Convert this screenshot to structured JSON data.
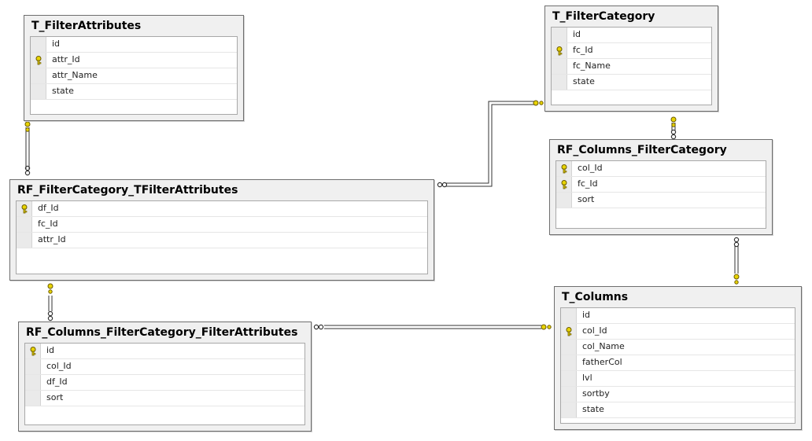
{
  "tables": {
    "t_filter_attributes": {
      "name": "T_FilterAttributes",
      "columns": [
        {
          "name": "id",
          "pk": false
        },
        {
          "name": "attr_Id",
          "pk": true
        },
        {
          "name": "attr_Name",
          "pk": false
        },
        {
          "name": "state",
          "pk": false
        }
      ]
    },
    "t_filter_category": {
      "name": "T_FilterCategory",
      "columns": [
        {
          "name": "id",
          "pk": false
        },
        {
          "name": "fc_Id",
          "pk": true
        },
        {
          "name": "fc_Name",
          "pk": false
        },
        {
          "name": "state",
          "pk": false
        }
      ]
    },
    "rf_columns_filter_category": {
      "name": "RF_Columns_FilterCategory",
      "columns": [
        {
          "name": "col_Id",
          "pk": true
        },
        {
          "name": "fc_Id",
          "pk": true
        },
        {
          "name": "sort",
          "pk": false
        }
      ]
    },
    "rf_filter_category_tfilter_attributes": {
      "name": "RF_FilterCategory_TFilterAttributes",
      "columns": [
        {
          "name": "df_Id",
          "pk": true
        },
        {
          "name": "fc_Id",
          "pk": false
        },
        {
          "name": "attr_Id",
          "pk": false
        }
      ]
    },
    "rf_columns_filter_category_filter_attributes": {
      "name": "RF_Columns_FilterCategory_FilterAttributes",
      "columns": [
        {
          "name": "id",
          "pk": true
        },
        {
          "name": "col_Id",
          "pk": false
        },
        {
          "name": "df_Id",
          "pk": false
        },
        {
          "name": "sort",
          "pk": false
        }
      ]
    },
    "t_columns": {
      "name": "T_Columns",
      "columns": [
        {
          "name": "id",
          "pk": false
        },
        {
          "name": "col_Id",
          "pk": true
        },
        {
          "name": "col_Name",
          "pk": false
        },
        {
          "name": "fatherCol",
          "pk": false
        },
        {
          "name": "lvl",
          "pk": false
        },
        {
          "name": "sortby",
          "pk": false
        },
        {
          "name": "state",
          "pk": false
        }
      ]
    }
  },
  "colors": {
    "key_icon": "#e8d400",
    "key_outline": "#6b5a00",
    "relation_line": "#333333",
    "table_header_bg": "#f0f0f0"
  }
}
